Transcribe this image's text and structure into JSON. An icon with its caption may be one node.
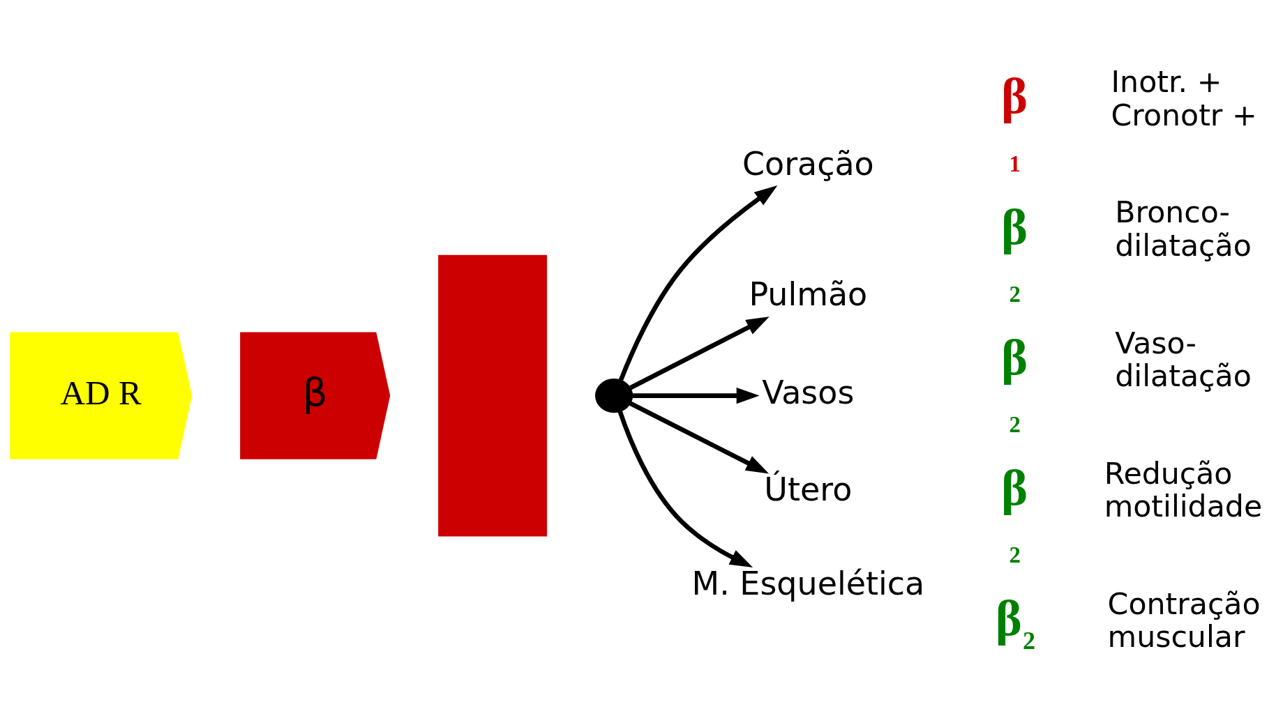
{
  "diagram": {
    "nodes": [
      {
        "text": [
          "AD R"
        ]
      },
      {
        "text": [
          "β"
        ]
      },
      {
        "text": [],
        "shape": "box"
      },
      {
        "text": [],
        "shape": "circle"
      },
      {
        "text": [
          "Coração"
        ]
      },
      {
        "text": [
          "Pulmão"
        ]
      },
      {
        "text": [
          "Vasos"
        ]
      },
      {
        "text": [
          "Útero"
        ]
      },
      {
        "text": [
          "M. Esquelética"
        ]
      }
    ],
    "edges": [
      {
        "from": 3,
        "to": 4,
        "arrow": "to"
      },
      {
        "from": 3,
        "to": 5,
        "arrow": "to"
      },
      {
        "from": 3,
        "to": 6,
        "arrow": "to"
      },
      {
        "from": 3,
        "to": 7,
        "arrow": "to"
      },
      {
        "from": 3,
        "to": 8,
        "arrow": "to"
      }
    ],
    "labels": [
      "β",
      "Inotr. + Cronotr +",
      "1",
      "β",
      "Bronco- dilatação",
      "2",
      "β",
      "Vaso- dilatação",
      "2",
      "β",
      "Redução motilidade",
      "2",
      "β$_{2}$",
      "Contração muscular"
    ]
  }
}
